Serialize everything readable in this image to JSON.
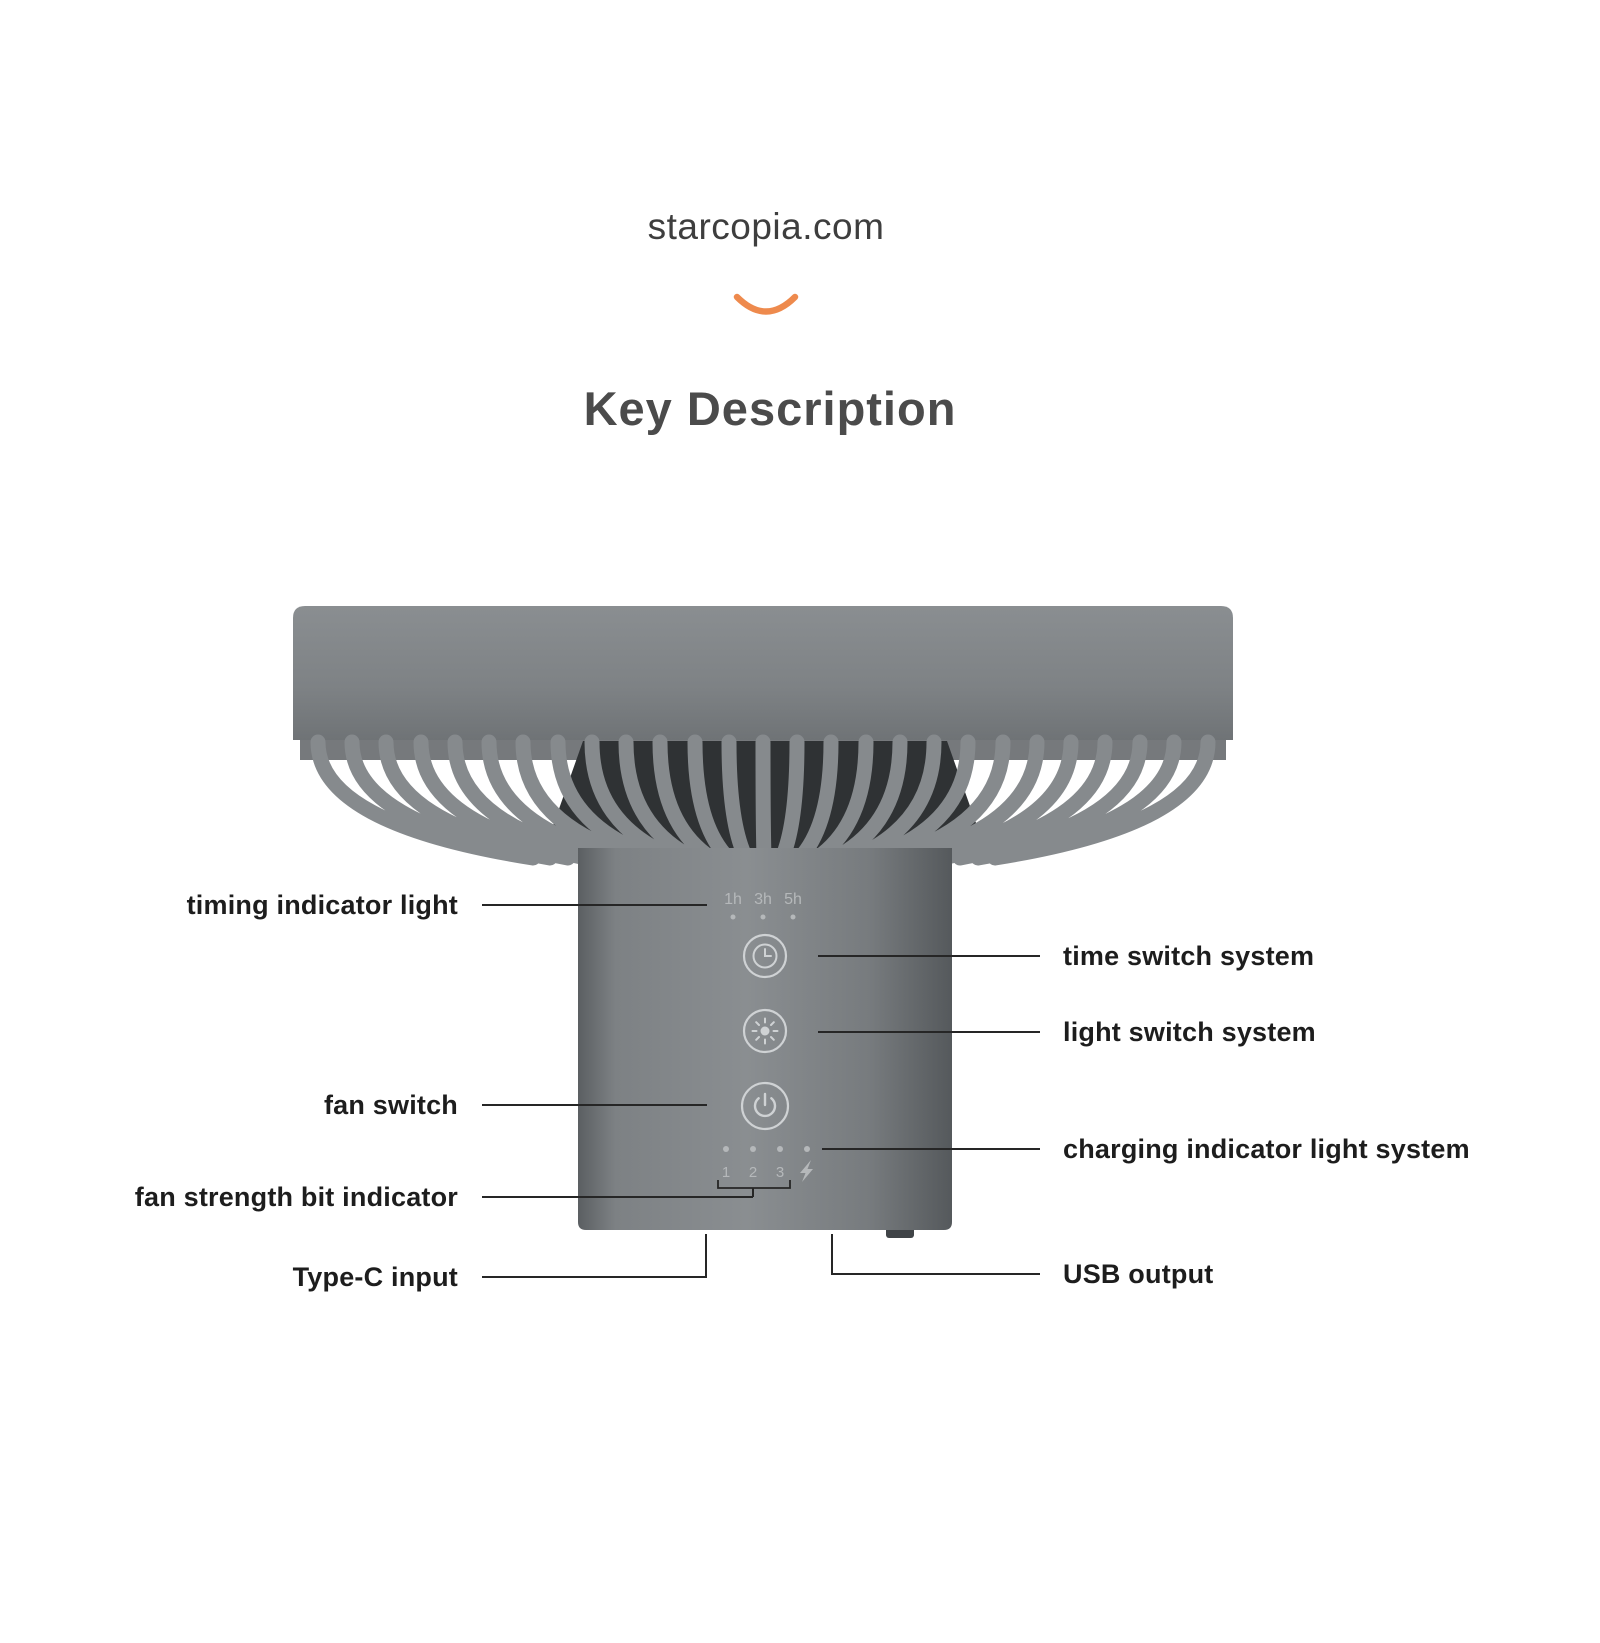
{
  "page": {
    "website": "starcopia.com",
    "title": "Key Description"
  },
  "colors": {
    "accent_orange": "#ee8a4d",
    "device_gray": "#828689",
    "device_dark": "#2f3234",
    "label_text": "#1d1d1d",
    "device_marking": "#b5b8ba"
  },
  "device": {
    "timer_indicators": [
      "1h",
      "3h",
      "5h"
    ],
    "speed_indicators": [
      "1",
      "2",
      "3"
    ],
    "icons": {
      "timer_button": "clock-icon",
      "light_button": "sun-icon",
      "power_button": "power-icon",
      "charging": "lightning-icon"
    }
  },
  "annotations": {
    "left": [
      {
        "text": "timing indicator light"
      },
      {
        "text": "fan switch"
      },
      {
        "text": "fan strength bit indicator"
      },
      {
        "text": "Type-C input"
      }
    ],
    "right": [
      {
        "text": "time switch system"
      },
      {
        "text": "light switch system"
      },
      {
        "text": "charging indicator light system"
      },
      {
        "text": "USB output"
      }
    ]
  }
}
